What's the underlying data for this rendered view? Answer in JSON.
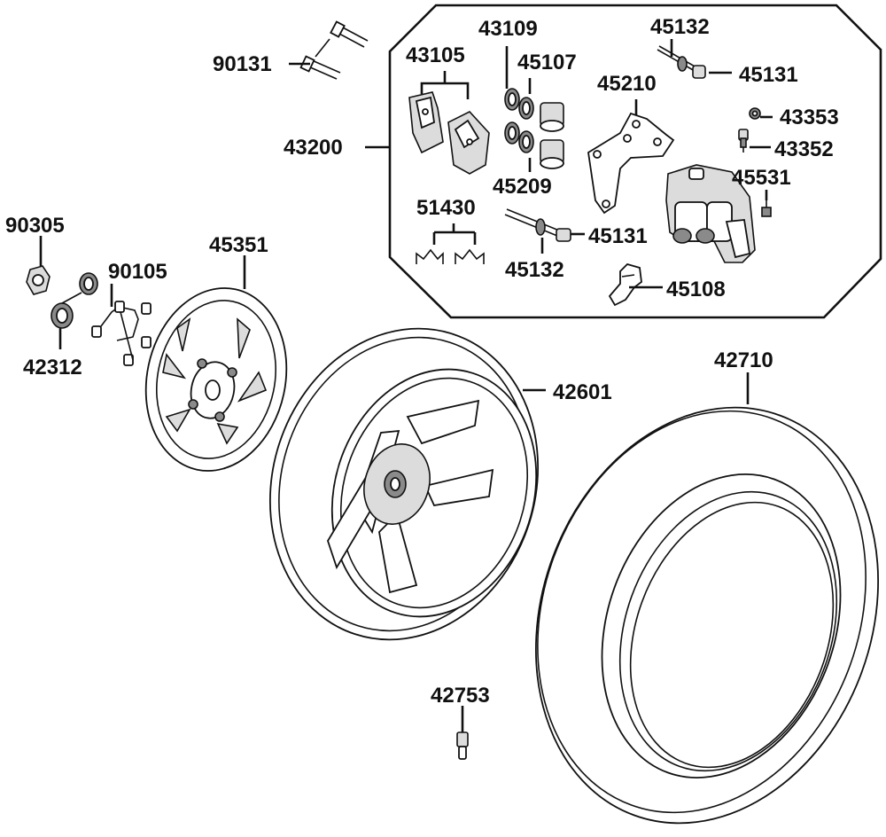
{
  "title": "",
  "part_numbers": {
    "p90131": "90131",
    "p43200": "43200",
    "p43105": "43105",
    "p43109": "43109",
    "p45107": "45107",
    "p45209": "45209",
    "p45210": "45210",
    "p45132_top": "45132",
    "p45131_top": "45131",
    "p43353": "43353",
    "p43352": "43352",
    "p45531": "45531",
    "p51430": "51430",
    "p45131_mid": "45131",
    "p45132_mid": "45132",
    "p45108": "45108",
    "p90305": "90305",
    "p90105": "90105",
    "p42312": "42312",
    "p45351": "45351",
    "p42601": "42601",
    "p42710": "42710",
    "p42753": "42753"
  }
}
